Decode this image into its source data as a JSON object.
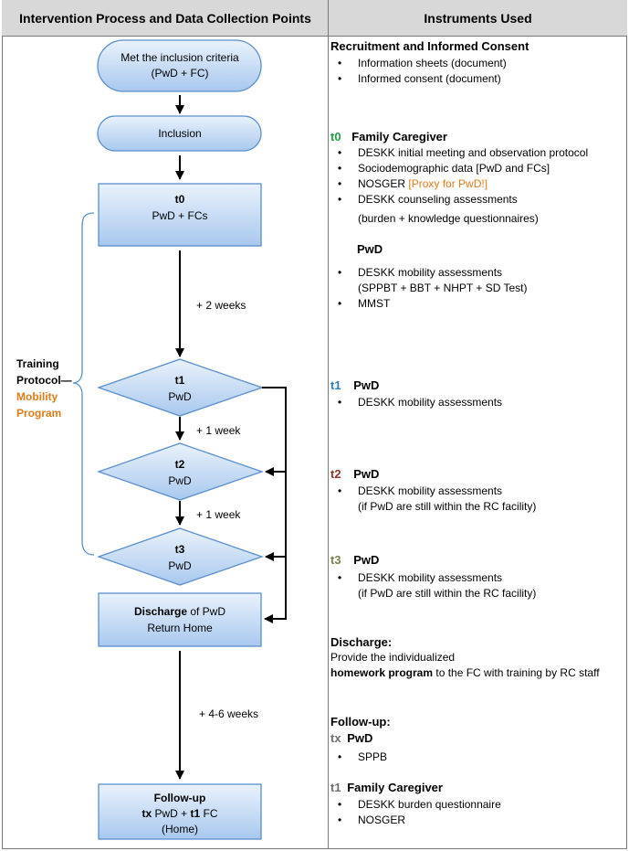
{
  "header": {
    "left": "Intervention Process and Data Collection Points",
    "right": "Instruments Used"
  },
  "flow": {
    "inclusion_criteria": {
      "line1": "Met the inclusion criteria",
      "line2": "(PwD + FC)"
    },
    "inclusion": "Inclusion",
    "t0": {
      "tag": "t0",
      "label": "PwD + FCs"
    },
    "wait_t0_t1": "+ 2 weeks",
    "t1": {
      "tag": "t1",
      "label": "PwD"
    },
    "wait_t1_t2": "+ 1 week",
    "t2": {
      "tag": "t2",
      "label": "PwD"
    },
    "wait_t2_t3": "+ 1 week",
    "t3": {
      "tag": "t3",
      "label": "PwD"
    },
    "discharge": {
      "bold": "Discharge",
      "rest": " of PwD",
      "line2": "Return Home"
    },
    "wait_followup": "+ 4-6 weeks",
    "followup": {
      "line1": "Follow-up",
      "tx": "tx",
      "pwd": " PwD + ",
      "t1": "t1",
      "fc": " FC",
      "line3": "(Home)"
    },
    "training": {
      "line1": "Training",
      "line2": "Protocol—",
      "line3": "Mobility",
      "line4": "Program"
    }
  },
  "instruments": {
    "recruitment": {
      "title": "Recruitment and Informed Consent",
      "items": [
        "Information sheets (document)",
        "Informed consent (document)"
      ]
    },
    "t0_fc": {
      "tag": "t0",
      "title": "Family Caregiver",
      "items": [
        "DESKK initial meeting and observation protocol",
        "Sociodemographic data [PwD and FCs]",
        "NOSGER",
        "DESKK counseling assessments"
      ],
      "nosger_note": "[Proxy for PwD!]",
      "counseling_detail": "(burden + knowledge questionnaires)"
    },
    "t0_pwd": {
      "title": "PwD",
      "items": [
        "DESKK mobility assessments",
        "MMST"
      ],
      "mobility_detail": "(SPPBT + BBT + NHPT + SD Test)"
    },
    "t1": {
      "tag": "t1",
      "title": "PwD",
      "items": [
        "DESKK mobility assessments"
      ]
    },
    "t2": {
      "tag": "t2",
      "title": "PwD",
      "items": [
        "DESKK mobility assessments"
      ],
      "detail": "(if PwD are still within the RC facility)"
    },
    "t3": {
      "tag": "t3",
      "title": "PwD",
      "items": [
        "DESKK mobility assessments"
      ],
      "detail": "(if PwD are still within the RC facility)"
    },
    "discharge": {
      "title": "Discharge:",
      "line1": "Provide the individualized",
      "line2_bold": "homework program",
      "line2_rest": " to the FC with training by RC staff"
    },
    "followup": {
      "title": "Follow-up:"
    },
    "tx": {
      "tag": "tx",
      "title": "PwD",
      "items": [
        "SPPB"
      ]
    },
    "t1_fc": {
      "tag": "t1",
      "title": "Family Caregiver",
      "items": [
        "DESKK burden questionnaire",
        "NOSGER"
      ]
    }
  },
  "colors": {
    "node_fill_top": "#eaf2fc",
    "node_fill_bottom": "#a8c8ee",
    "node_stroke": "#5b8fcc",
    "bracket": "#5b8fcc",
    "t0": "#22a04a",
    "t1": "#2b7fb8",
    "t2": "#8b3a2b",
    "t3": "#7d8048",
    "tx": "#6e6e6e",
    "orange": "#e07b1a",
    "header_bg": "#d8d8d8"
  }
}
